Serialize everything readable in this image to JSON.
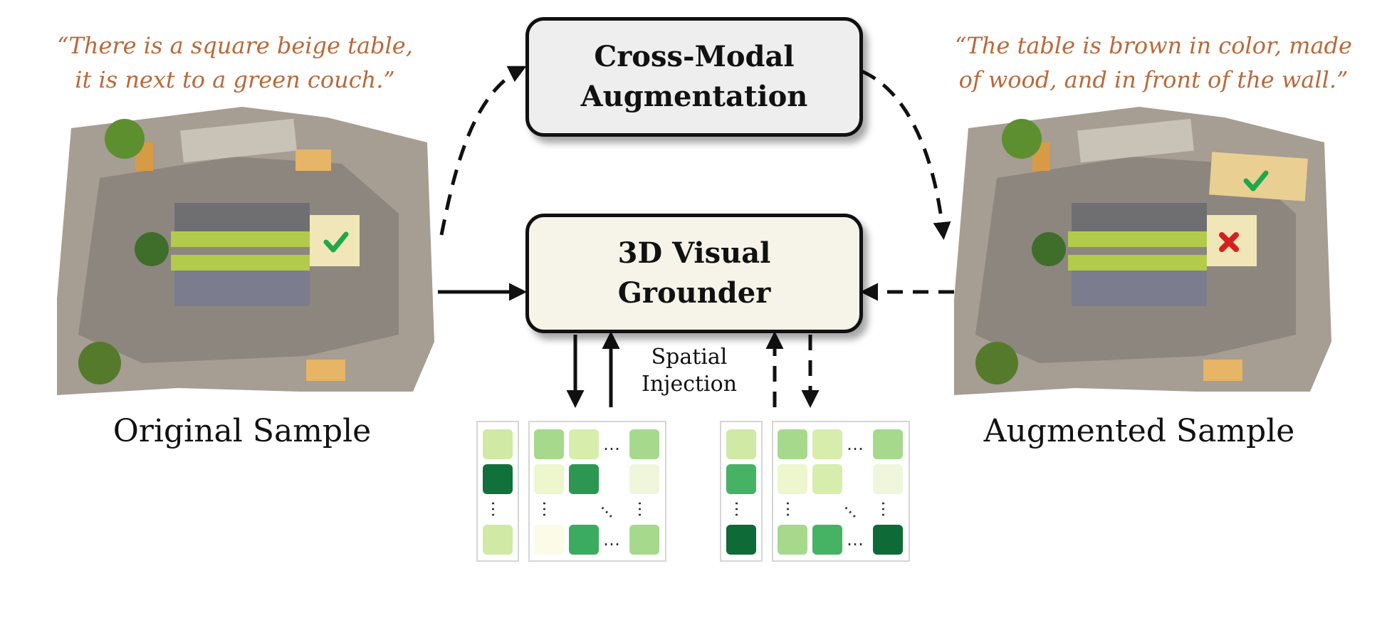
{
  "quotes": {
    "left": [
      "“There is a square beige table,",
      "it is next to a green couch.”"
    ],
    "right": [
      "“The table is brown in color, made",
      "of wood, and in front of the wall.”"
    ]
  },
  "captions": {
    "original": "Original Sample",
    "augmented": "Augmented Sample"
  },
  "boxes": {
    "augmentation": [
      "Cross-Modal",
      "Augmentation"
    ],
    "grounder": [
      "3D Visual",
      "Grounder"
    ]
  },
  "spatial_label": [
    "Spatial",
    "Injection"
  ],
  "matrix_dots": "…",
  "colors": {
    "quote": "#b8693a",
    "augmentation_fill": "#eeeeee",
    "grounder_fill": "#f6f3e8",
    "check": "#1ea84b",
    "cross": "#d62020"
  }
}
